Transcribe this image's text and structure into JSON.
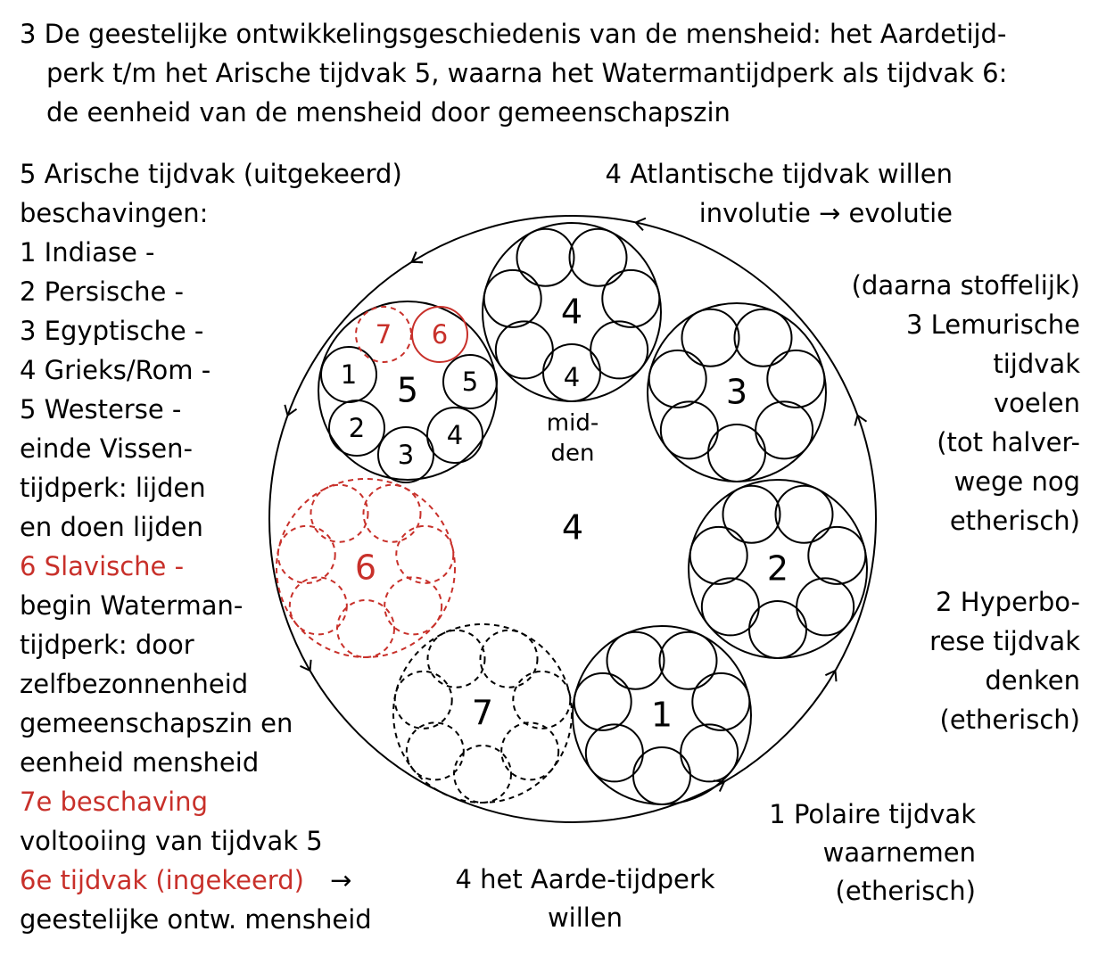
{
  "title": [
    "3 De geestelijke ontwikkelingsgeschiedenis van de mensheid: het Aardetijd-",
    "perk t/m het Arische tijdvak 5, waarna het Watermantijdperk als tijdvak 6:",
    "de eenheid van de mensheid door gemeenschapszin"
  ],
  "left": [
    {
      "t": "5 Arische tijdvak (uitgekeerd)",
      "red": false
    },
    {
      "t": "beschavingen:",
      "red": false
    },
    {
      "t": "1 Indiase -",
      "red": false
    },
    {
      "t": "2 Persische -",
      "red": false
    },
    {
      "t": "3 Egyptische -",
      "red": false
    },
    {
      "t": "4 Grieks/Rom -",
      "red": false
    },
    {
      "t": "5 Westerse -",
      "red": false
    },
    {
      "t": "einde Vissen-",
      "red": false
    },
    {
      "t": "tijdperk: lijden",
      "red": false
    },
    {
      "t": "en doen lijden",
      "red": false
    },
    {
      "t": "6 Slavische -",
      "red": true
    },
    {
      "t": "begin Waterman-",
      "red": false
    },
    {
      "t": "tijdperk: door",
      "red": false
    },
    {
      "t": "zelfbezonnenheid",
      "red": false
    },
    {
      "t": "gemeenschapszin en",
      "red": false
    },
    {
      "t": "eenheid mensheid",
      "red": false
    },
    {
      "t": "7e beschaving",
      "red": true
    },
    {
      "t": "voltooiing van tijdvak 5",
      "red": false
    },
    {
      "t": "6e tijdvak (ingekeerd)",
      "red": true,
      "suffix": " →"
    },
    {
      "t": "geestelijke ontw. mensheid",
      "red": false
    }
  ],
  "atlantic": [
    "4 Atlantische tijdvak  willen",
    "involutie → evolutie"
  ],
  "lemurian": [
    "(daarna stoffelijk)",
    "3 Lemurische",
    "tijdvak",
    "voelen",
    "(tot halver-",
    "wege nog",
    "etherisch)"
  ],
  "hyperborean": [
    "2 Hyperbo-",
    "rese tijdvak",
    "denken",
    "(etherisch)"
  ],
  "polar": [
    "1 Polaire tijdvak",
    "waarnemen",
    "(etherisch)"
  ],
  "earth": [
    "4 het Aarde-tijdperk",
    "willen"
  ],
  "center": {
    "label": "4",
    "midden": [
      "mid-",
      "den"
    ]
  },
  "clusters": [
    {
      "label": "4",
      "inner_label": "4",
      "style": "solid"
    },
    {
      "label": "3",
      "style": "solid"
    },
    {
      "label": "2",
      "style": "solid"
    },
    {
      "label": "1",
      "style": "solid"
    },
    {
      "label": "7",
      "style": "dashed-black"
    },
    {
      "label": "6",
      "style": "dashed-red"
    },
    {
      "label": "5",
      "style": "solid",
      "subs": [
        "1",
        "2",
        "3",
        "4",
        "5",
        "6",
        "7"
      ]
    }
  ],
  "colors": {
    "red": "#c8302a",
    "black": "#000000"
  }
}
